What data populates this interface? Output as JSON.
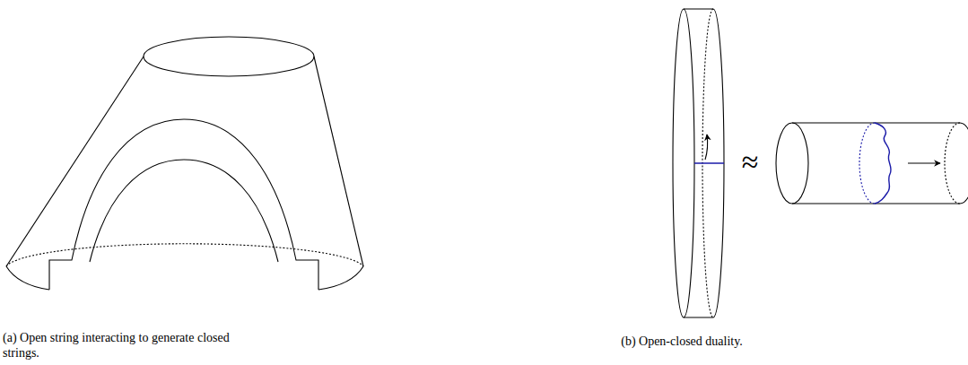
{
  "diagram": {
    "labels": [
      "(a) Open string interacting to generate closed strings.",
      "≈",
      "(b) Open-closed duality."
    ]
  }
}
